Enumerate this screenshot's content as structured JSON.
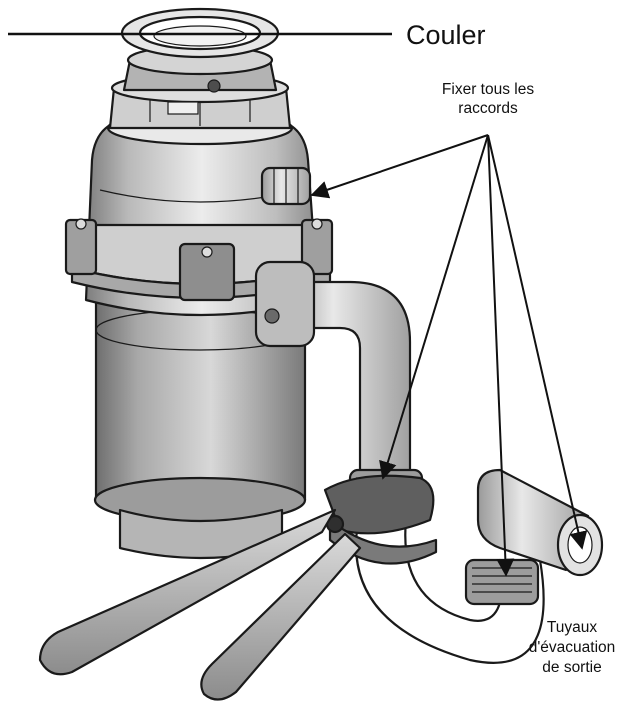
{
  "labels": {
    "pour": "Couler",
    "tighten_line1": "Fixer tous les",
    "tighten_line2": "raccords",
    "drain_line1": "Tuyaux",
    "drain_line2": "d'évacuation",
    "drain_line3": "de sortie"
  },
  "colors": {
    "ink": "#1a1a1a",
    "body_light": "#e4e4e4",
    "body_mid": "#c9c9c9",
    "body_dark": "#8f8f8f",
    "pipe": "#d6d6d6",
    "handle": "#bcbcbc"
  }
}
